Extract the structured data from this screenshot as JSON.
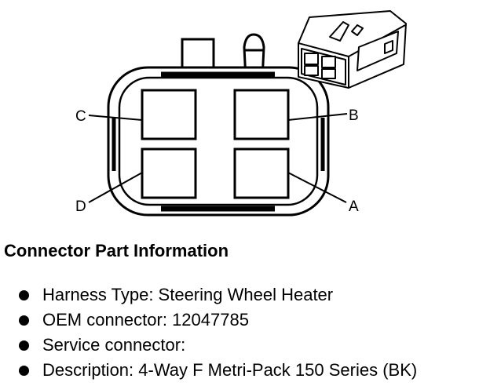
{
  "diagram": {
    "pins": [
      {
        "id": "C",
        "label": "C"
      },
      {
        "id": "B",
        "label": "B"
      },
      {
        "id": "D",
        "label": "D"
      },
      {
        "id": "A",
        "label": "A"
      }
    ],
    "line_color": "#000000",
    "fill_color": "#ffffff"
  },
  "info": {
    "heading": "Connector Part Information",
    "items": [
      {
        "text": "Harness Type: Steering Wheel Heater"
      },
      {
        "text": "OEM connector: 12047785"
      },
      {
        "text": "Service connector:"
      },
      {
        "text": "Description: 4-Way F Metri-Pack 150 Series (BK)"
      }
    ]
  }
}
